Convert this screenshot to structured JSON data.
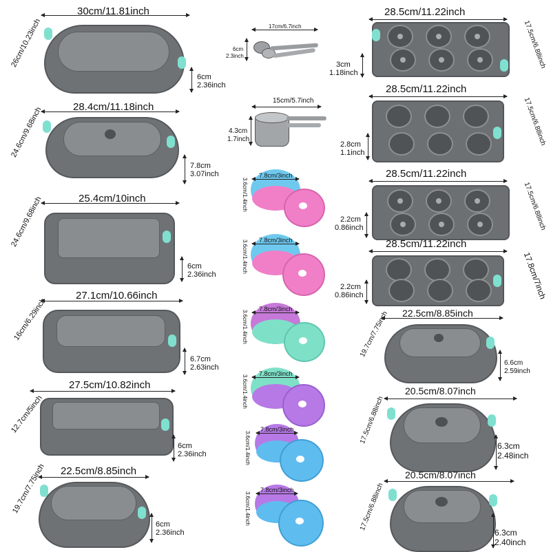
{
  "left_pans": [
    {
      "width_label": "30cm/11.81inch",
      "depth_label": "26cm/10.23inch",
      "height_cm": "6cm",
      "height_in": "2.36inch",
      "type": "round fluted pan"
    },
    {
      "width_label": "28.4cm/11.18inch",
      "depth_label": "24.6cm/9.68inch",
      "height_cm": "7.8cm",
      "height_in": "3.07inch",
      "type": "bundt pan"
    },
    {
      "width_label": "25.4cm/10inch",
      "depth_label": "24.6cm/9.68inch",
      "height_cm": "6cm",
      "height_in": "2.36inch",
      "type": "square pan"
    },
    {
      "width_label": "27.1cm/10.66inch",
      "depth_label": "16cm/6.29inch",
      "height_cm": "6.7cm",
      "height_in": "2.63inch",
      "type": "loaf pan"
    },
    {
      "width_label": "27.5cm/10.82inch",
      "depth_label": "12.7cm/5inch",
      "height_cm": "6cm",
      "height_in": "2.36inch",
      "type": "narrow loaf pan"
    },
    {
      "width_label": "22.5cm/8.85inch",
      "depth_label": "19.7cm/7.75inch",
      "height_cm": "6cm",
      "height_in": "2.36inch",
      "type": "small fluted pan"
    }
  ],
  "spoons": {
    "width_label": "17cm/6.7inch",
    "height_cm": "6cm",
    "height_in": "2.3inch"
  },
  "cups": {
    "width_label": "15cm/5.7inch",
    "height_cm": "4.3cm",
    "height_in": "1.7inch"
  },
  "mini_molds": [
    {
      "width_label": "7.8cm/3inch",
      "height_label": "3.6cm/1.4inch",
      "top_color": "#6fc9ef",
      "bottom_color": "#f07fc8"
    },
    {
      "width_label": "7.8cm/3inch",
      "height_label": "3.6cm/1.4inch",
      "top_color": "#6fc9ef",
      "bottom_color": "#f07fc8"
    },
    {
      "width_label": "7.8cm/3inch",
      "height_label": "3.6cm/1.4inch",
      "top_color": "#c679d9",
      "bottom_color": "#7fe0c8"
    },
    {
      "width_label": "7.8cm/3inch",
      "height_label": "3.6cm/1.4inch",
      "top_color": "#7fe0c8",
      "bottom_color": "#b779e6"
    },
    {
      "width_label": "7.8cm/3inch",
      "height_label": "3.6cm/1.4inch",
      "top_color": "#b779e6",
      "bottom_color": "#5fbcef"
    },
    {
      "width_label": "7.8cm/3inch",
      "height_label": "3.6cm/1.4inch",
      "top_color": "#b779e6",
      "bottom_color": "#5fbcef"
    }
  ],
  "trays": [
    {
      "width_label": "28.5cm/11.22inch",
      "depth_label": "17.5cm/6.88inch",
      "height_cm": "3cm",
      "height_in": "1.18inch",
      "type": "6-cavity mini bundt"
    },
    {
      "width_label": "28.5cm/11.22inch",
      "depth_label": "17.5cm/6.88inch",
      "height_cm": "2.8cm",
      "height_in": "1.1inch",
      "type": "6-cavity fluted"
    },
    {
      "width_label": "28.5cm/11.22inch",
      "depth_label": "17.5cm/6.88inch",
      "height_cm": "2.2cm",
      "height_in": "0.86inch",
      "type": "6-cavity donut"
    },
    {
      "width_label": "28.5cm/11.22inch",
      "depth_label": "17.8cm/7inch",
      "height_cm": "2.2cm",
      "height_in": "0.86inch",
      "type": "6-cavity muffin"
    }
  ],
  "right_pans": [
    {
      "width_label": "22.5cm/8.85inch",
      "depth_label": "19.7cm/7.75inch",
      "height_cm": "6.6cm",
      "height_in": "2.59inch",
      "type": "swirl bundt pan"
    },
    {
      "width_label": "20.5cm/8.07inch",
      "depth_label": "17.5cm/6.88inch",
      "height_cm": "6.3cm",
      "height_in": "2.48inch",
      "type": "fluted bundt pan"
    },
    {
      "width_label": "20.5cm/8.07inch",
      "depth_label": "17.5cm/6.88inch",
      "height_cm": "6.3cm",
      "height_in": "2.40inch",
      "type": "classic bundt pan"
    }
  ],
  "colors": {
    "silicone_gray": "#6f7275",
    "handle_teal": "#7fe0d0"
  }
}
